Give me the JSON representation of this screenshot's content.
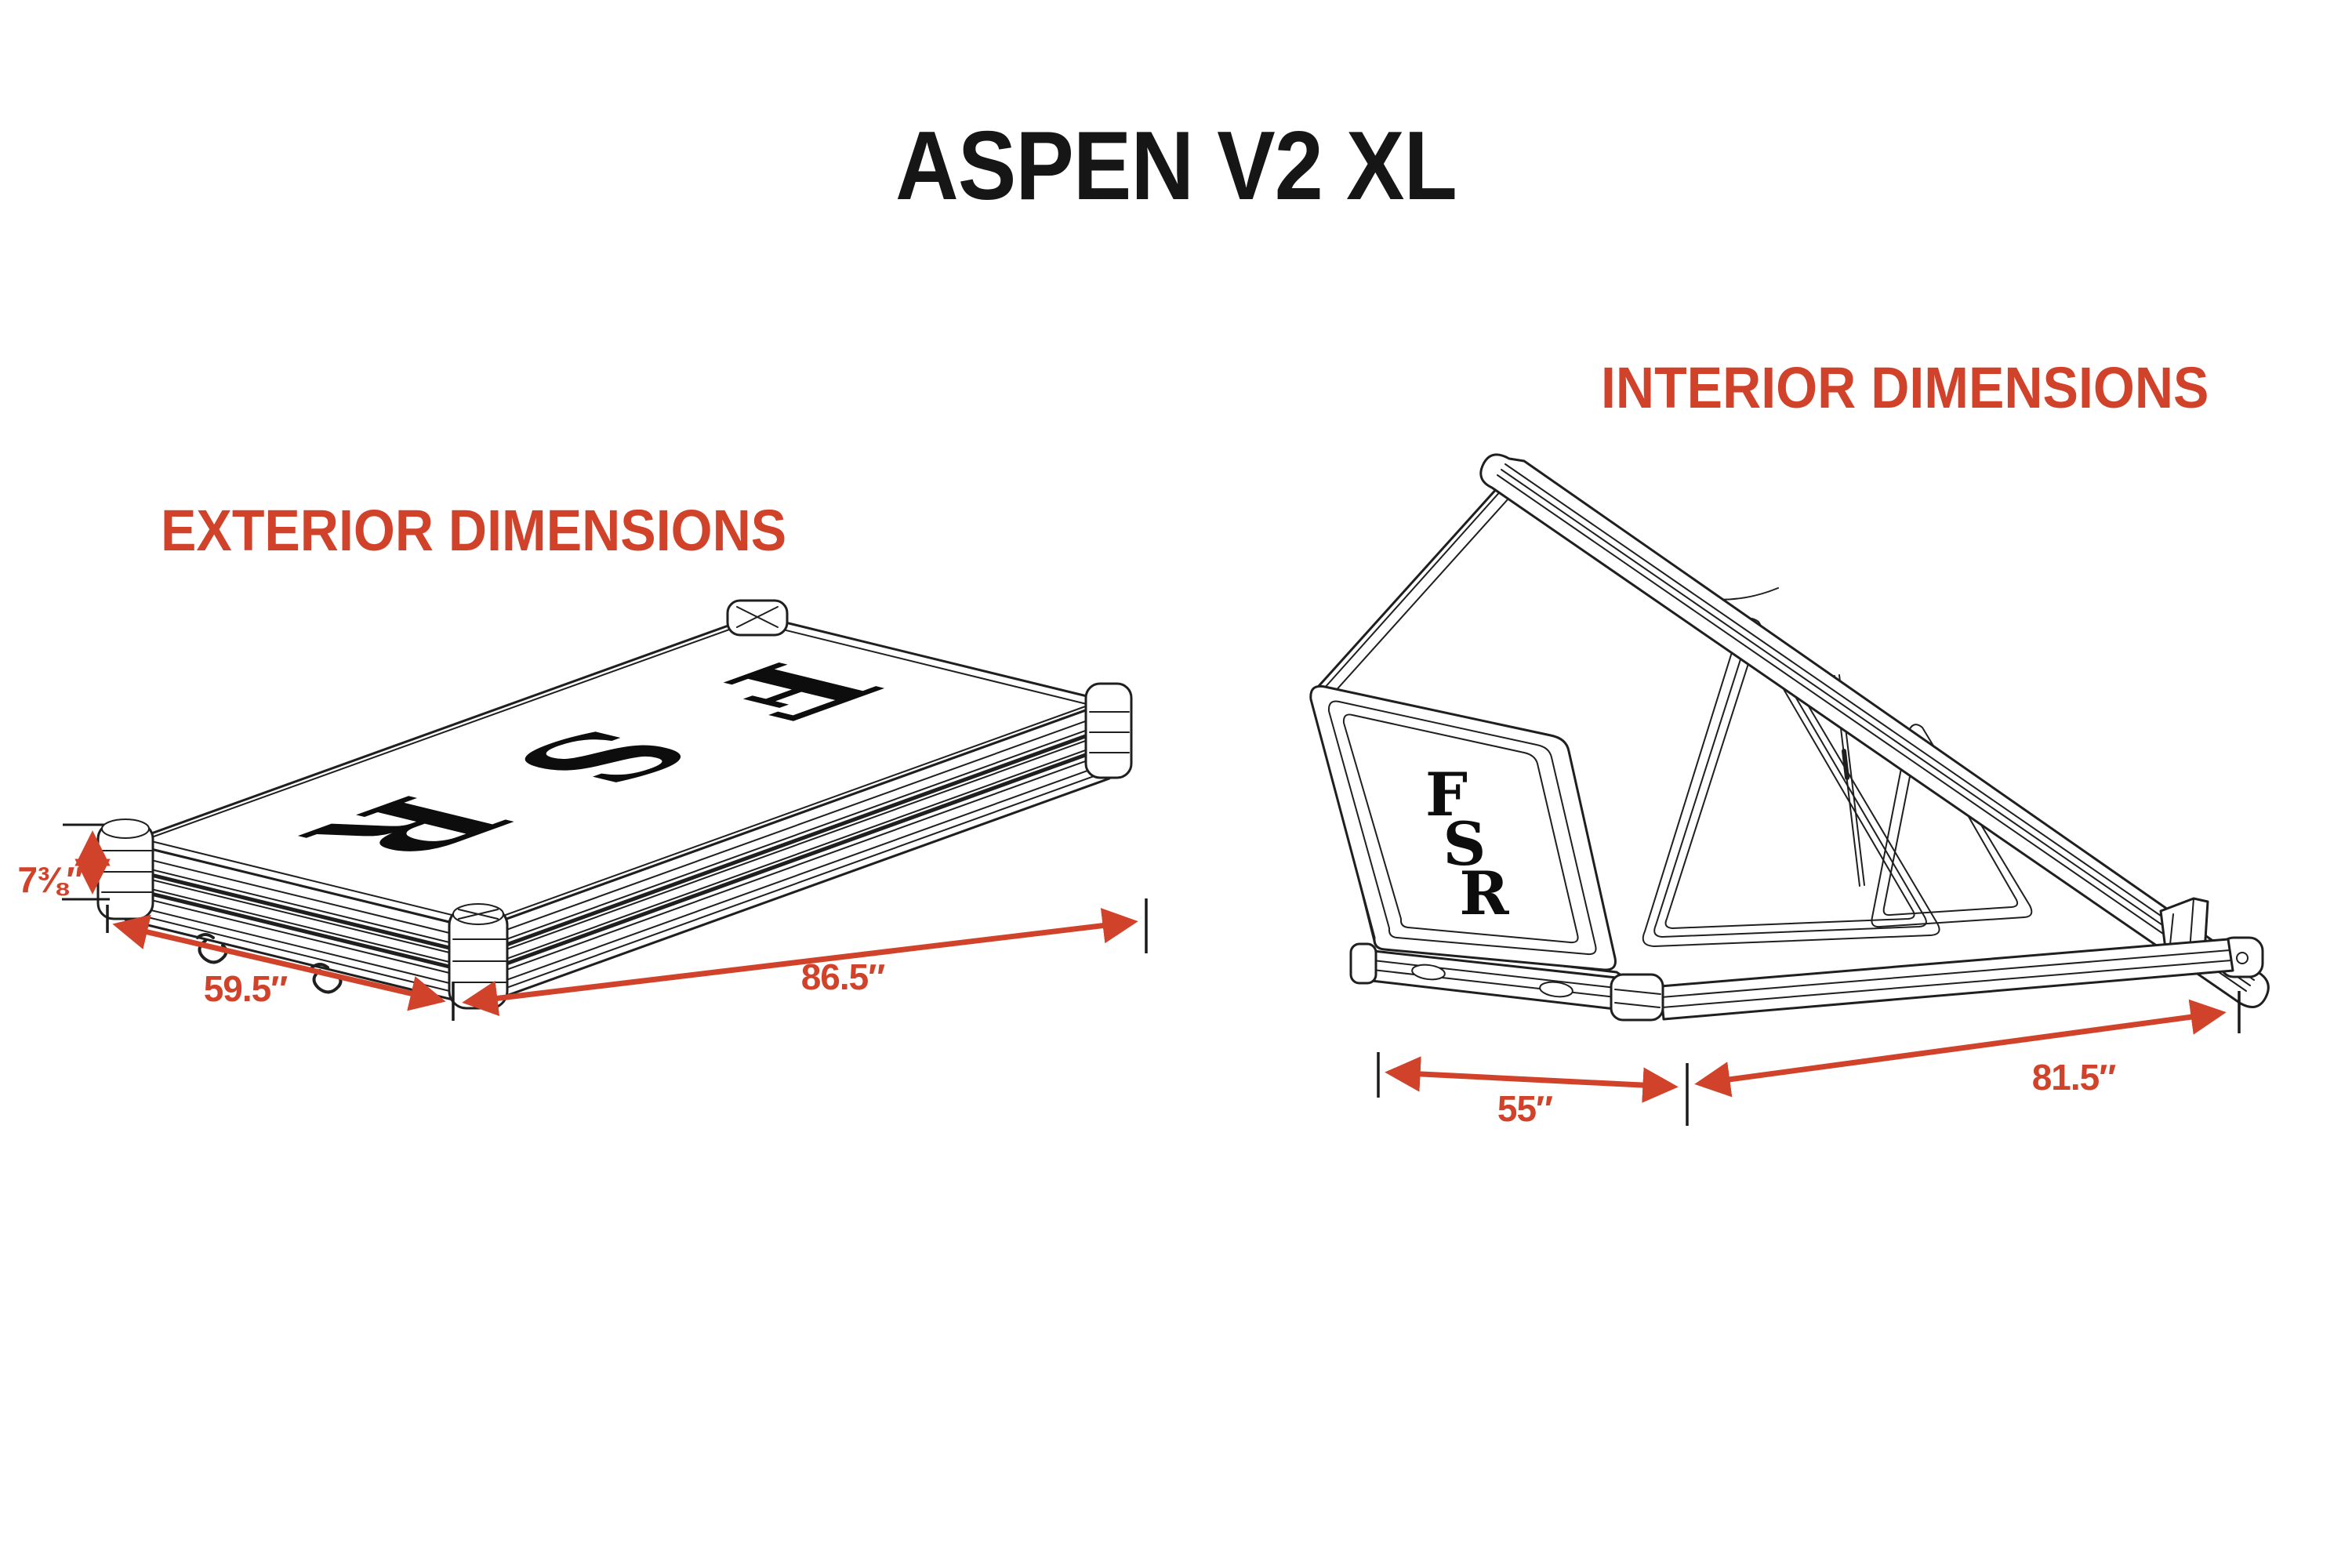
{
  "page": {
    "title": "ASPEN V2 XL"
  },
  "colors": {
    "accent": "#d0432a",
    "ink": "#1f1f1f"
  },
  "exterior": {
    "heading": "EXTERIOR DIMENSIONS",
    "logo": "FSR",
    "height_label": "7⅜″",
    "width_label": "59.5″",
    "length_label": "86.5″"
  },
  "interior": {
    "heading": "INTERIOR DIMENSIONS",
    "logo_letters": [
      "F",
      "S",
      "R"
    ],
    "width_label": "55″",
    "length_label": "81.5″"
  }
}
